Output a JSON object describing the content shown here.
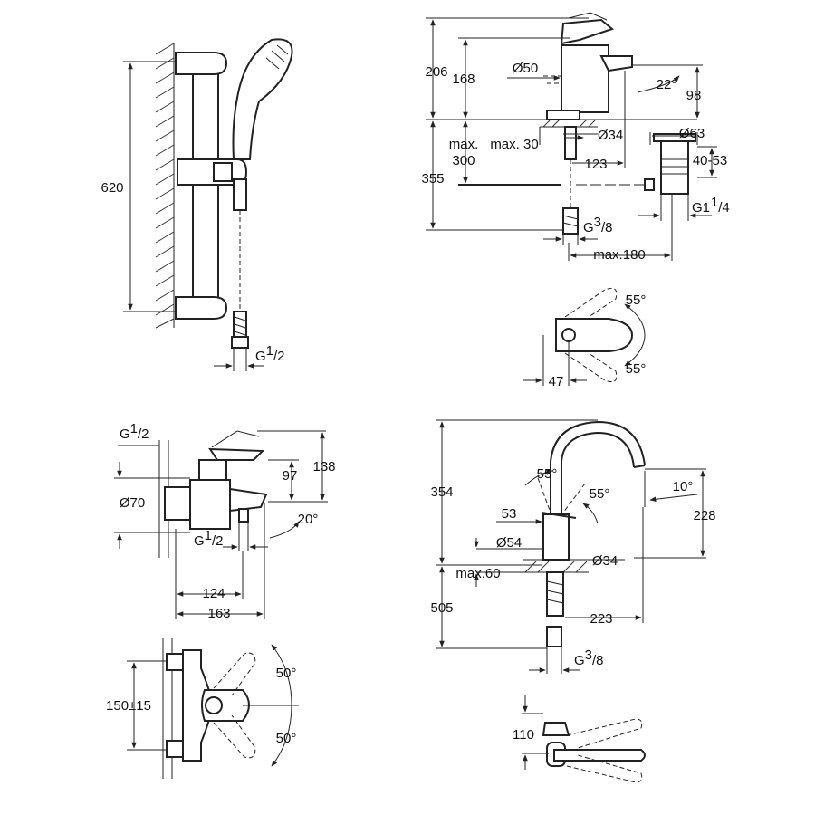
{
  "shower_rail": {
    "height": "620",
    "thread_g": "G",
    "thread_sup": "1",
    "thread_sub": "/2"
  },
  "basin_mixer": {
    "h_total": "206",
    "h_spout": "168",
    "dia_body": "Ø50",
    "spout_angle": "22°",
    "h_outlet": "98",
    "dia_base": "Ø34",
    "max_thickness": "max. 30",
    "max_label": "max.",
    "hose_300": "300",
    "reach": "123",
    "hose_355": "355",
    "waste_dia": "Ø63",
    "waste_range": "40-53",
    "waste_thread_g": "G1",
    "waste_thread_sup": "1",
    "waste_thread_sub": "/4",
    "supply_g": "G",
    "supply_sup": "3",
    "supply_sub": "/8",
    "waste_reach": "max.180"
  },
  "basin_lever": {
    "angle_up": "55°",
    "angle_down": "55°",
    "depth": "47"
  },
  "bath_mixer": {
    "inlet_g": "G",
    "inlet_sup": "1",
    "inlet_sub": "/2",
    "h_138": "138",
    "h_97": "97",
    "dia": "Ø70",
    "angle": "20°",
    "outlet_g": "G",
    "outlet_sup": "1",
    "outlet_sub": "/2",
    "reach_124": "124",
    "reach_163": "163"
  },
  "bath_top": {
    "centers": "150±15",
    "angle_up": "50°",
    "angle_down": "50°"
  },
  "sink_mixer": {
    "h_354": "354",
    "angle_left": "55°",
    "angle_right": "55°",
    "spout_angle": "10°",
    "h_228": "228",
    "w_53": "53",
    "dia_54": "Ø54",
    "dia_34": "Ø34",
    "max60": "max.60",
    "hose_505": "505",
    "reach_223": "223",
    "supply_g": "G",
    "supply_sup": "3",
    "supply_sub": "/8"
  },
  "sink_top": {
    "depth": "110"
  }
}
